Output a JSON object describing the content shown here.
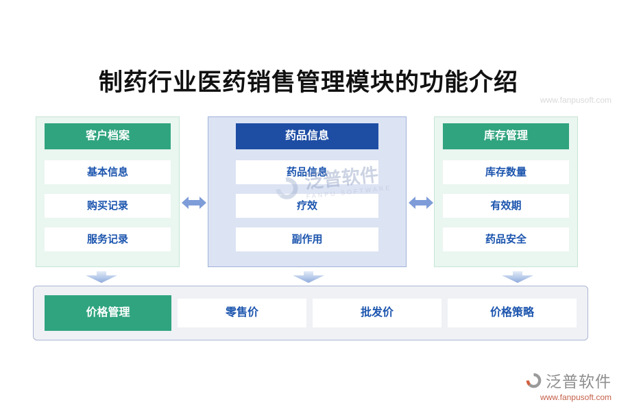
{
  "title": "制药行业医药销售管理模块的功能介绍",
  "top_watermark": "www.fanpusoft.com",
  "panels": [
    {
      "header": "客户档案",
      "items": [
        "基本信息",
        "购买记录",
        "服务记录"
      ]
    },
    {
      "header": "药品信息",
      "items": [
        "药品信息",
        "疗效",
        "副作用"
      ]
    },
    {
      "header": "库存管理",
      "items": [
        "库存数量",
        "有效期",
        "药品安全"
      ]
    }
  ],
  "bottom_bar": {
    "header": "价格管理",
    "items": [
      "零售价",
      "批发价",
      "价格策略"
    ]
  },
  "center_watermark": {
    "brand": "泛普软件",
    "subtitle": "FANPU SOFTWARE"
  },
  "footer": {
    "brand": "泛普软件",
    "url": "www.fanpusoft.com"
  },
  "colors": {
    "green_accent": "#30A47F",
    "blue_accent": "#1E4DA4",
    "item_text": "#1C55AE",
    "panel_green_bg": "#EAF6F0",
    "panel_blue_bg": "#DCE3F3",
    "bottom_bar_bg": "#EFF1F5",
    "arrow": "#7E9CD8",
    "footer_url": "#C4604A"
  }
}
